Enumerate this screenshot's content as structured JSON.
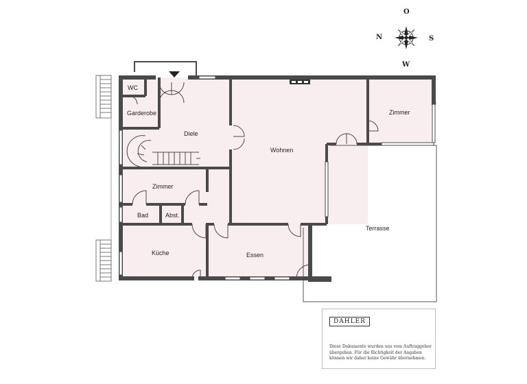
{
  "rooms": {
    "wc": "WC",
    "garderobe": "Garderobe",
    "diele": "Diele",
    "wohnen": "Wohnen",
    "zimmer_east": "Zimmer",
    "zimmer_west": "Zimmer",
    "bad": "Bad",
    "abst": "Abst.",
    "kueche": "Küche",
    "essen": "Essen",
    "terrasse": "Terrasse"
  },
  "compass": {
    "north": "N",
    "east": "O",
    "south": "S",
    "west": "W"
  },
  "legend": {
    "brand": "DAHLER",
    "disclaimer_line1": "Diese Dokumente wurden uns vom Auftraggeber",
    "disclaimer_line2": "übergeben. Für die Richtigkeit der Angaben",
    "disclaimer_line3": "können wir daher keine Gewähr übernehmen."
  },
  "colors": {
    "wall": "#4a4a4a",
    "floor": "#f8eef0",
    "terrace": "#ffffff",
    "window": "#ffffff"
  }
}
